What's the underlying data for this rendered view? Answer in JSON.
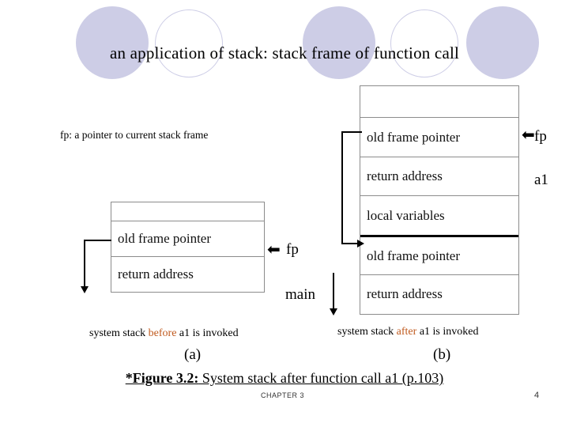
{
  "slide": {
    "title": "an application of stack: stack frame of function call",
    "fp_note": "fp: a pointer to current stack frame",
    "labels": {
      "fp_right": "fp",
      "a1": "a1",
      "fp_middle": "fp",
      "main": "main"
    },
    "left_stack": {
      "cells": [
        {
          "text": ""
        },
        {
          "text": "old frame pointer"
        },
        {
          "text": "return address"
        }
      ]
    },
    "right_stack": {
      "cells": [
        {
          "text": ""
        },
        {
          "text": "old frame pointer"
        },
        {
          "text": "return address"
        },
        {
          "text": "local variables"
        },
        {
          "text": "old frame pointer"
        },
        {
          "text": "return address"
        }
      ]
    },
    "captions": {
      "left_full": "system stack before a1 is invoked",
      "left_prefix": "system stack ",
      "left_highlight": "before",
      "left_suffix": " a1 is invoked",
      "right_prefix": "system stack ",
      "right_highlight": "after",
      "right_suffix": " a1 is invoked",
      "left_sub": "(a)",
      "right_sub": "(b)"
    },
    "figure_caption": {
      "bold_part": "*Figure 3.2:",
      "rest": " System stack after function call a1 (p.103)"
    },
    "footer": {
      "chapter": "CHAPTER 3",
      "page_number": "4"
    },
    "colors": {
      "highlight": "#c05a1e",
      "circle": "#cdcde6",
      "border": "#8c8c8c"
    }
  }
}
